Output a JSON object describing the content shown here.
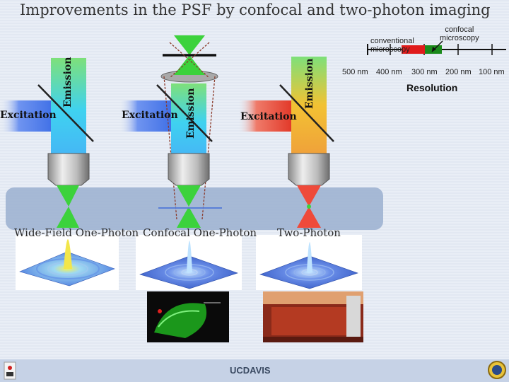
{
  "slide": {
    "title": "Improvements in the PSF by confocal and two-photon imaging"
  },
  "columns": [
    {
      "id": "widefield",
      "label": "Wide-Field One-Photon",
      "excitation_label": "Excitation",
      "emission_label": "Emission"
    },
    {
      "id": "confocal",
      "label": "Confocal One-Photon",
      "excitation_label": "Excitation",
      "emission_label": "Emission"
    },
    {
      "id": "twophoton",
      "label": "Two-Photon",
      "excitation_label": "Excitation",
      "emission_label": "Emission"
    }
  ],
  "resolution_scale": {
    "title": "Resolution",
    "ticks": [
      "500 nm",
      "400 nm",
      "300 nm",
      "200 nm",
      "100 nm"
    ],
    "conventional_label": "conventional\nmicroscopy",
    "confocal_label": "confocal\nmicroscopy",
    "conventional_color": "#e01b1b",
    "confocal_color": "#1b8a1b"
  },
  "footer": {
    "logo_text": "UCDAVIS"
  },
  "colors": {
    "excitation_blue": "#3f6fe6",
    "excitation_red": "#e23a2a",
    "emission_cyan": "#3fd2f0",
    "emission_green": "#40d240",
    "emission_yellow": "#f2b233",
    "sample_band": "#9fb3d1"
  }
}
